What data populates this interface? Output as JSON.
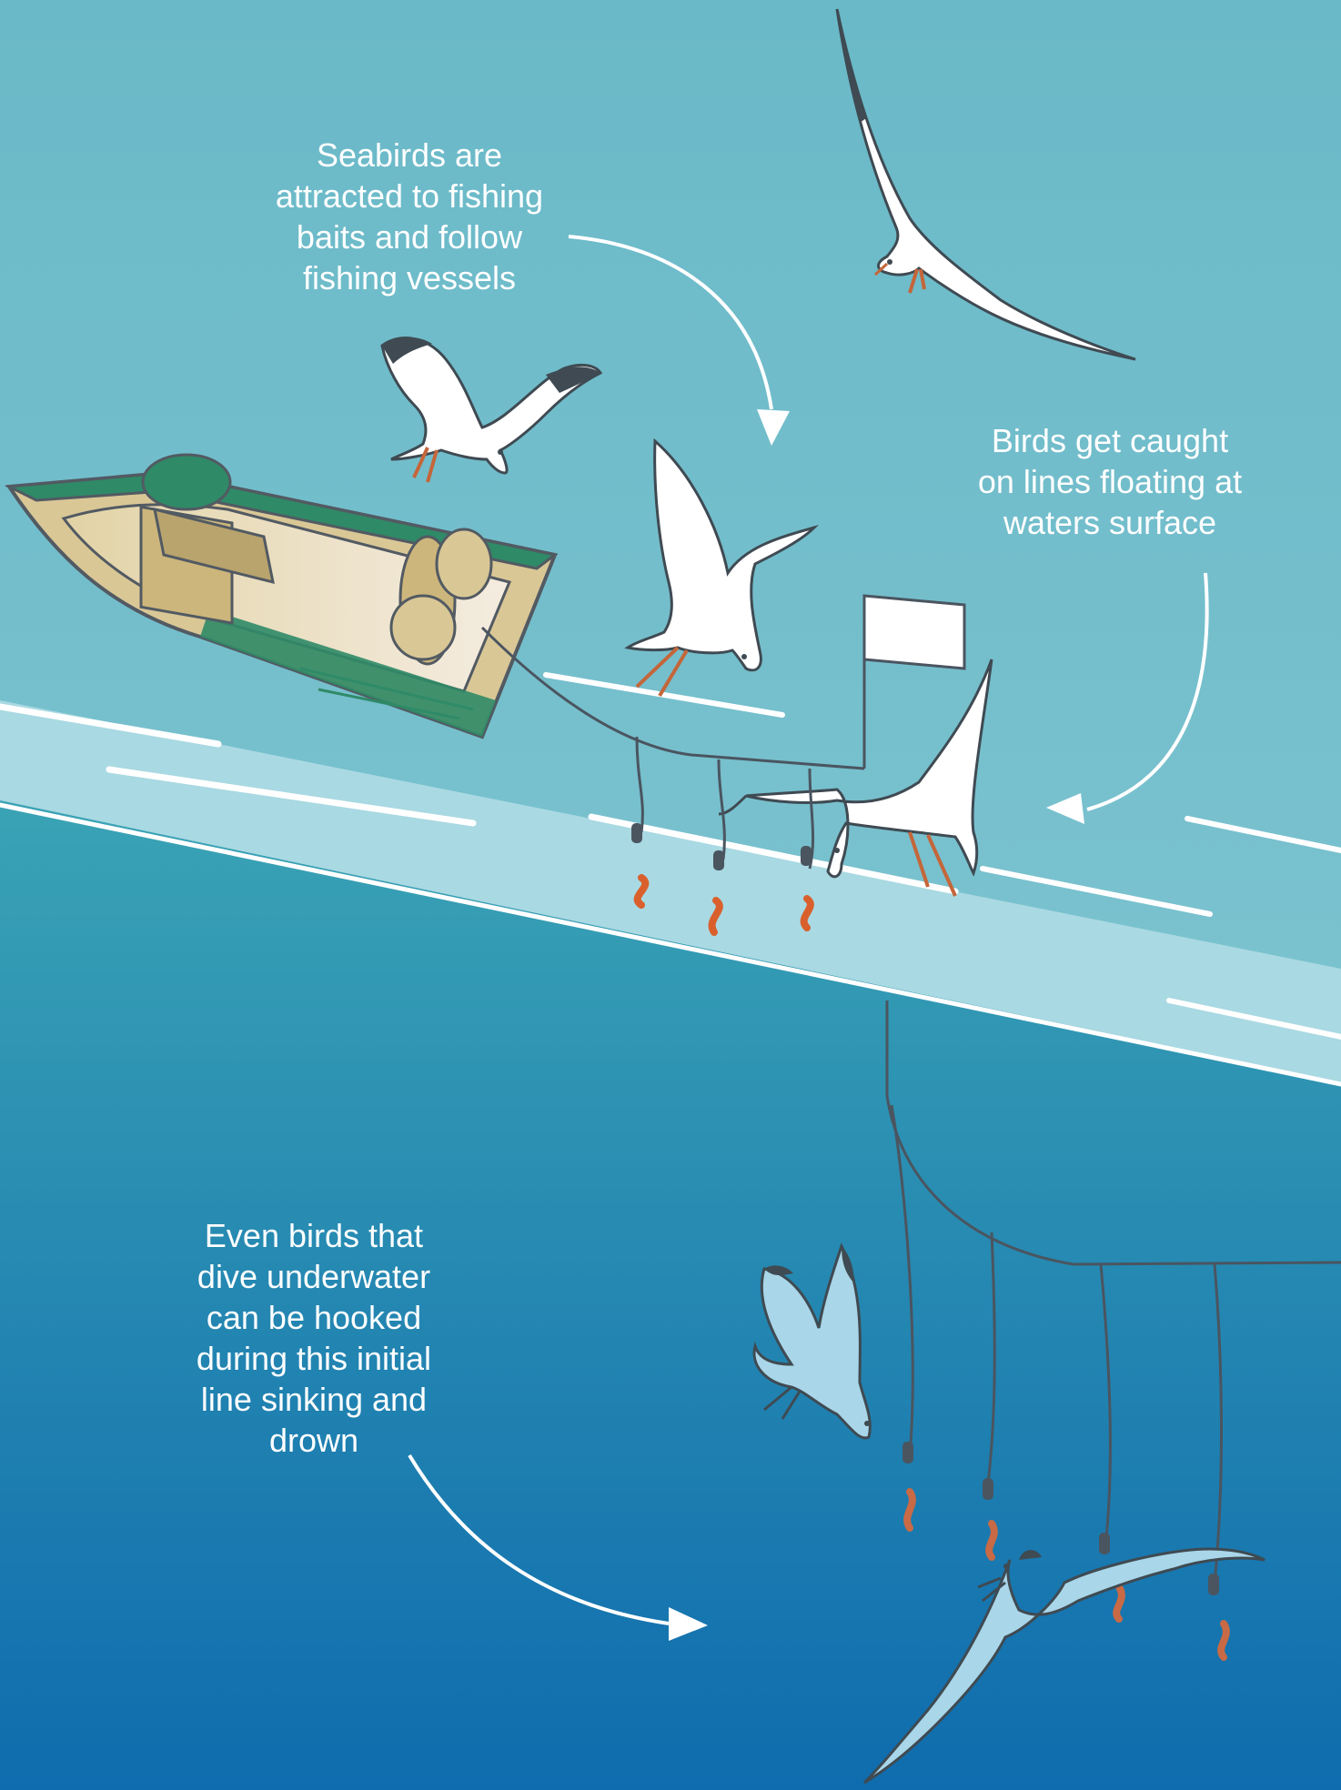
{
  "captions": {
    "attracted": [
      "Seabirds are",
      "attracted to fishing",
      "baits and follow",
      "fishing vessels"
    ],
    "surface": [
      "Birds get caught",
      "on lines floating at",
      "waters surface"
    ],
    "dive": [
      "Even birds that",
      "dive underwater",
      "can be hooked",
      "during this initial",
      "line sinking and",
      "drown"
    ]
  },
  "colors": {
    "sky": "#6fbcca",
    "water_surface": "#a9d9e2",
    "deep_water_top": "#3aa3b5",
    "deep_water_bottom": "#0f6cae",
    "boat_trim": "#2f8a67",
    "boat_hull": "#d9c796",
    "bait": "#d9602c",
    "line": "#4a5560"
  },
  "icons": [
    "fishing-boat",
    "seabird",
    "diving-seabird",
    "baited-hook",
    "buoy-flag",
    "arrow"
  ]
}
